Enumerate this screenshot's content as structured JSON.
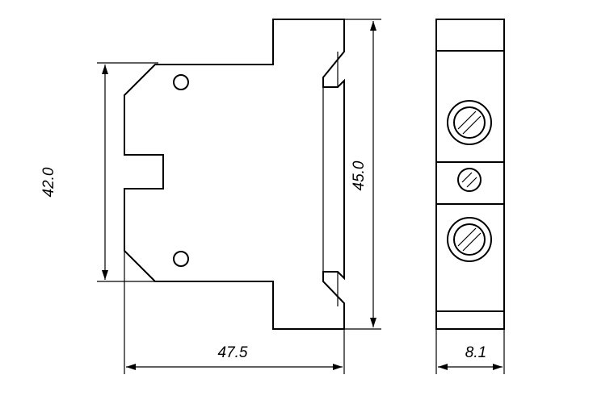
{
  "drawing": {
    "dimensions": {
      "height_left": "42.0",
      "height_right": "45.0",
      "width_bottom": "47.5",
      "width_side": "8.1"
    },
    "colors": {
      "stroke": "#000000",
      "background": "#ffffff"
    }
  }
}
